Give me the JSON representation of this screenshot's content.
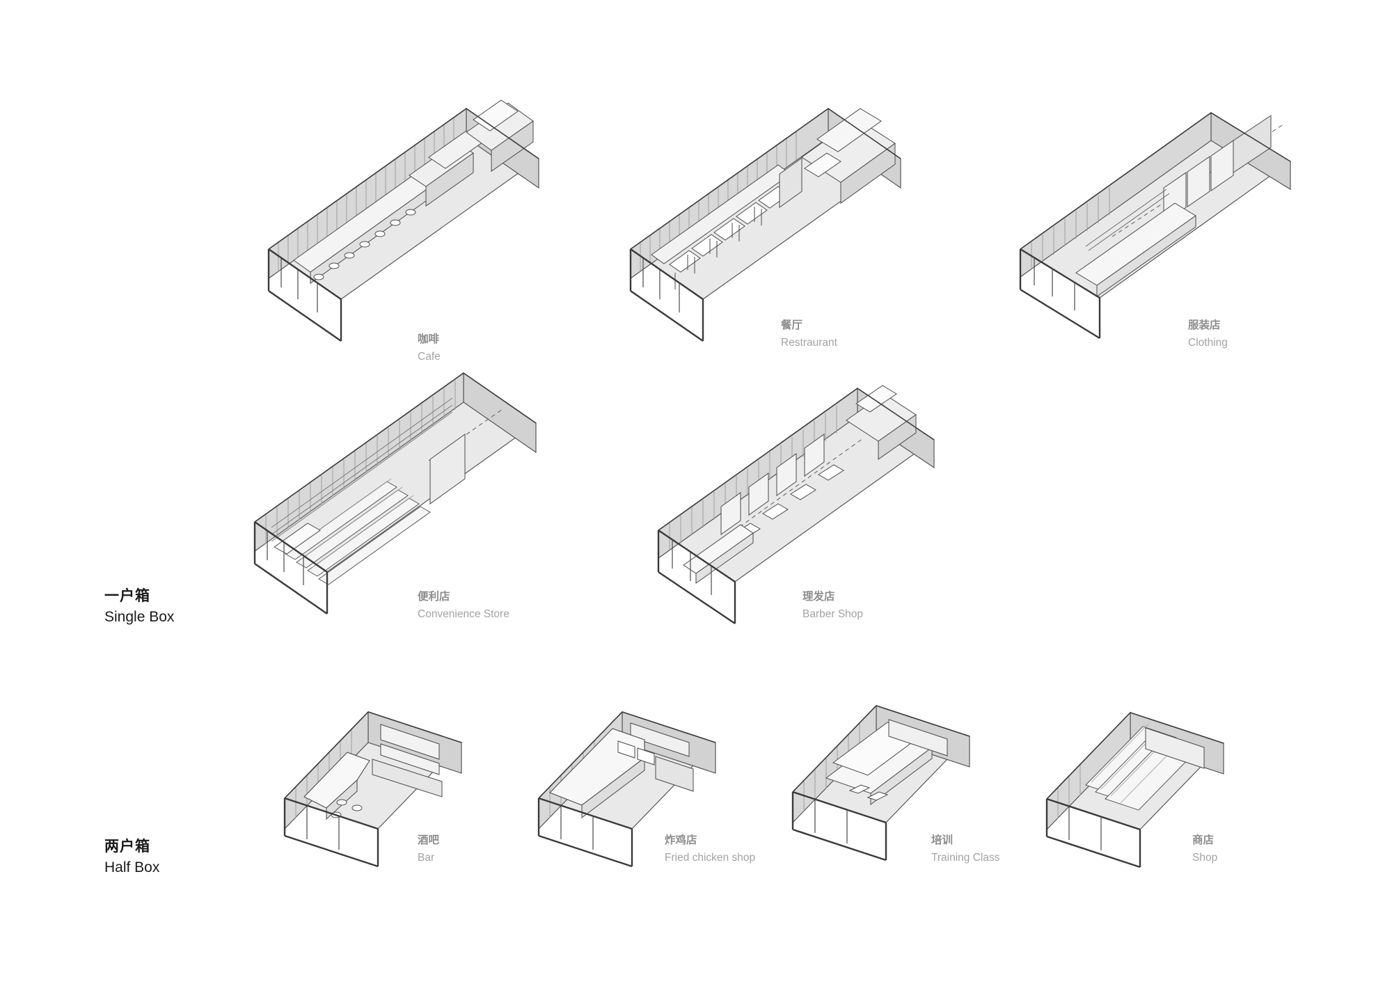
{
  "page": {
    "background_color": "#ffffff",
    "line_color": "#4a4a4a",
    "fill_light": "#ededed",
    "fill_mid": "#dcdcdc",
    "fill_dark": "#bfbfbf",
    "caption_cn_color": "#8d8d8d",
    "caption_en_color": "#a3a3a3",
    "label_color": "#1a1a1a"
  },
  "groups": [
    {
      "id": "single-box",
      "cn": "一户箱",
      "en": "Single Box"
    },
    {
      "id": "half-box",
      "cn": "两户箱",
      "en": "Half Box"
    }
  ],
  "units": [
    {
      "id": "cafe",
      "group": "single-box",
      "cn": "咖啡",
      "en": "Cafe",
      "type": "long"
    },
    {
      "id": "restaurant",
      "group": "single-box",
      "cn": "餐厅",
      "en": "Restraurant",
      "type": "long"
    },
    {
      "id": "clothing",
      "group": "single-box",
      "cn": "服装店",
      "en": "Clothing",
      "type": "long"
    },
    {
      "id": "convenience-store",
      "group": "single-box",
      "cn": "便利店",
      "en": "Convenience Store",
      "type": "long"
    },
    {
      "id": "barber-shop",
      "group": "single-box",
      "cn": "理发店",
      "en": "Barber Shop",
      "type": "long"
    },
    {
      "id": "bar",
      "group": "half-box",
      "cn": "酒吧",
      "en": "Bar",
      "type": "short"
    },
    {
      "id": "fried-chicken",
      "group": "half-box",
      "cn": "炸鸡店",
      "en": "Fried chicken shop",
      "type": "short"
    },
    {
      "id": "training-class",
      "group": "half-box",
      "cn": "培训",
      "en": "Training Class",
      "type": "short"
    },
    {
      "id": "shop",
      "group": "half-box",
      "cn": "商店",
      "en": "Shop",
      "type": "short"
    }
  ]
}
